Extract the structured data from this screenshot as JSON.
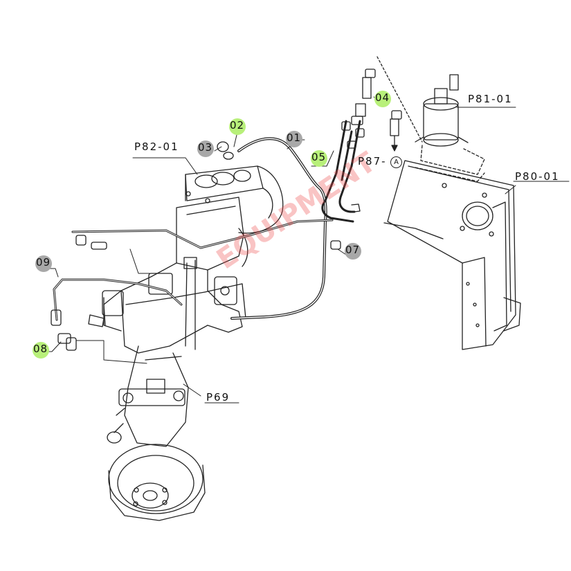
{
  "diagram": {
    "callouts": [
      {
        "id": "01",
        "highlight": "gray"
      },
      {
        "id": "02",
        "highlight": "green"
      },
      {
        "id": "03",
        "highlight": "gray"
      },
      {
        "id": "04",
        "highlight": "green"
      },
      {
        "id": "05",
        "highlight": "green"
      },
      {
        "id": "07",
        "highlight": "gray"
      },
      {
        "id": "08",
        "highlight": "green"
      },
      {
        "id": "09",
        "highlight": "gray"
      }
    ],
    "references": [
      {
        "id": "P82-01"
      },
      {
        "id": "P81-01"
      },
      {
        "id": "P80-01"
      },
      {
        "id": "P87-"
      },
      {
        "id": "P69"
      }
    ],
    "circle_marker": "A",
    "watermark": {
      "brand": "EQUIPMENT"
    },
    "colors": {
      "green_highlight": "#b8f07a",
      "gray_highlight": "#a8a8a8",
      "line": "#222222",
      "watermark": "#eb4646"
    }
  }
}
